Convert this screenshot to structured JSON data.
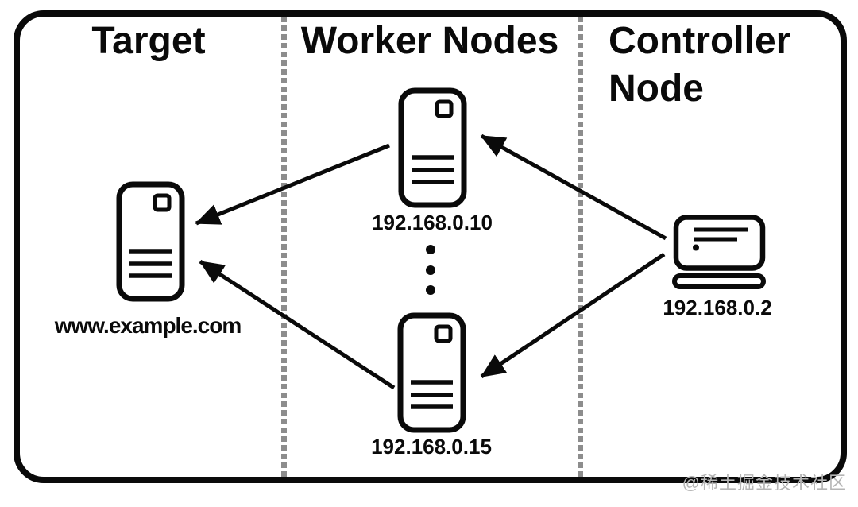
{
  "headers": {
    "target": "Target",
    "workers": "Worker Nodes",
    "controller": "Controller Node"
  },
  "nodes": {
    "target": {
      "type": "server",
      "label": "www.example.com"
    },
    "worker_top": {
      "type": "server",
      "label": "192.168.0.10"
    },
    "worker_bottom": {
      "type": "server",
      "label": "192.168.0.15"
    },
    "controller": {
      "type": "laptop",
      "label": "192.168.0.2"
    }
  },
  "edges": [
    {
      "from": "worker_top",
      "to": "target"
    },
    {
      "from": "worker_bottom",
      "to": "target"
    },
    {
      "from": "controller",
      "to": "worker_top"
    },
    {
      "from": "controller",
      "to": "worker_bottom"
    }
  ],
  "more_workers_indicator": "vertical-ellipsis",
  "watermark": "@稀土掘金技术社区",
  "colors": {
    "ink": "#0a0a0a",
    "separator": "#8d8d8d",
    "watermark": "#b5b5b5",
    "background": "#ffffff"
  }
}
